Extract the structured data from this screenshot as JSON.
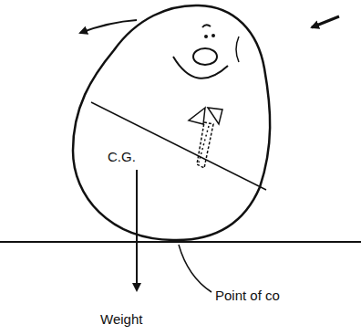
{
  "diagram": {
    "labels": [
      "C.G.",
      "Weight",
      "Point of co"
    ]
  }
}
